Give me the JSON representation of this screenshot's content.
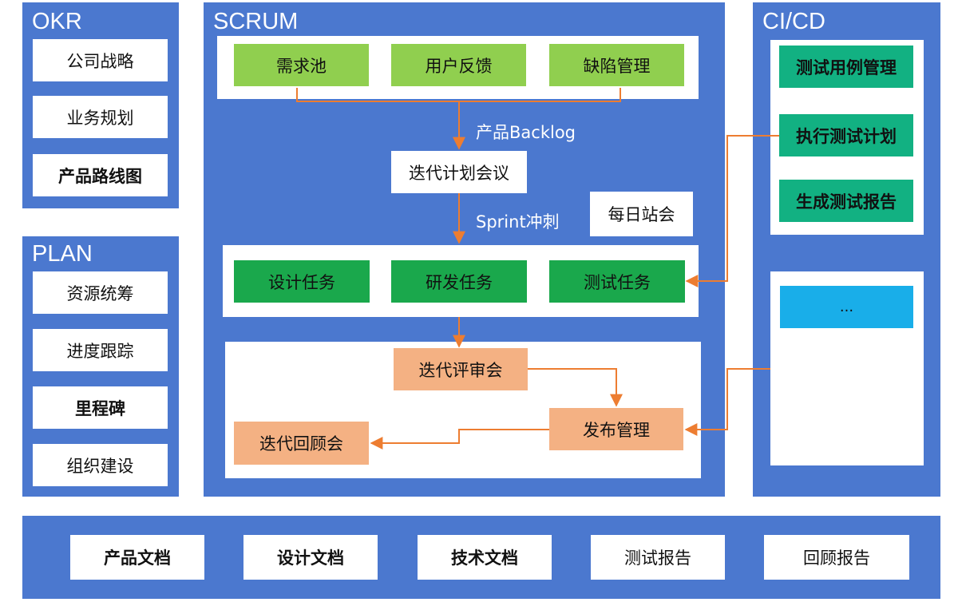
{
  "okr": {
    "title": "OKR",
    "items": [
      "公司战略",
      "业务规划",
      "产品路线图"
    ]
  },
  "plan": {
    "title": "PLAN",
    "items": [
      "资源统筹",
      "进度跟踪",
      "里程碑",
      "组织建设"
    ]
  },
  "scrum": {
    "title": "SCRUM",
    "sources": [
      "需求池",
      "用户反馈",
      "缺陷管理"
    ],
    "backlog_label": "产品Backlog",
    "planning_meeting": "迭代计划会议",
    "sprint_label": "Sprint冲刺",
    "daily_standup": "每日站会",
    "tasks": [
      "设计任务",
      "研发任务",
      "测试任务"
    ],
    "review_meeting": "迭代评审会",
    "release_management": "发布管理",
    "retrospective": "迭代回顾会"
  },
  "cicd": {
    "title": "CI/CD",
    "items": [
      "测试用例管理",
      "执行测试计划",
      "生成测试报告"
    ],
    "more": "..."
  },
  "documents": [
    "产品文档",
    "设计文档",
    "技术文档",
    "测试报告",
    "回顾报告"
  ],
  "colors": {
    "panel_blue": "#4b78cf",
    "light_green": "#90cf4f",
    "dark_green": "#1aa84c",
    "teal": "#12b182",
    "orange": "#f4b183",
    "arrow": "#ed7d31",
    "cyan": "#19aee9"
  }
}
